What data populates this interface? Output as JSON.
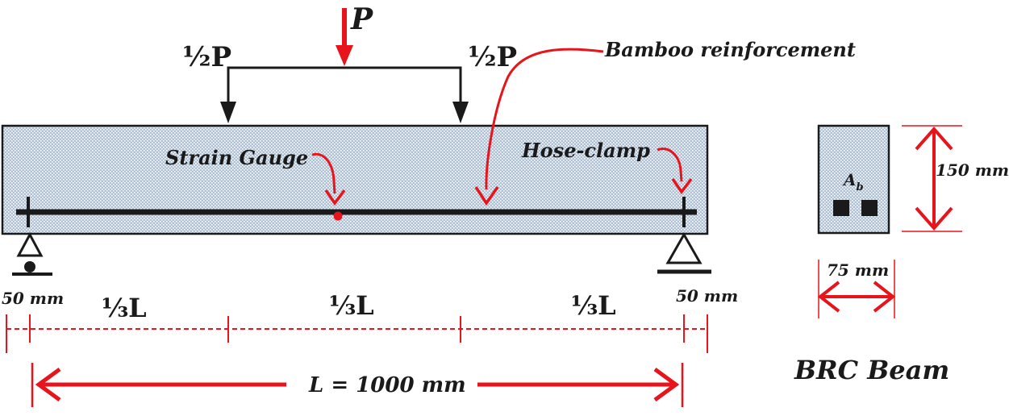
{
  "colors": {
    "accent": "#e8141b",
    "ink": "#1a1a1a",
    "beam_fill": "#a9c2de",
    "beam_dot": "#ffffff"
  },
  "labels": {
    "load": "P",
    "half_load_left": "½P",
    "half_load_right": "½P",
    "bamboo": "Bamboo reinforcement",
    "strain_gauge": "Strain Gauge",
    "hose_clamp": "Hose-clamp",
    "area": "A",
    "area_sub": "b",
    "height": "150 mm",
    "width": "75 mm",
    "overhang_left": "50 mm",
    "overhang_right": "50 mm",
    "third_1": "⅓L",
    "third_2": "⅓L",
    "third_3": "⅓L",
    "span": "L = 1000 mm",
    "title": "BRC Beam"
  }
}
